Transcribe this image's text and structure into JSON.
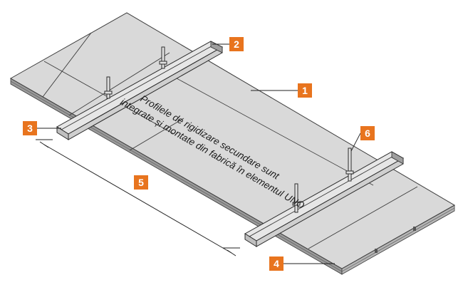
{
  "diagram": {
    "note_lines": [
      "Profilele de rigidizare secundare sunt",
      "integrate și montate din fabrică în elementul UNO"
    ],
    "callouts": [
      {
        "id": "1",
        "label": "1"
      },
      {
        "id": "2",
        "label": "2"
      },
      {
        "id": "3",
        "label": "3"
      },
      {
        "id": "4",
        "label": "4"
      },
      {
        "id": "5",
        "label": "5"
      },
      {
        "id": "6",
        "label": "6"
      }
    ],
    "colors": {
      "panel_top": "#d9d9d9",
      "panel_edge": "#8f8f8f",
      "outline": "#3a3a3a",
      "callout_fill": "#e8741e",
      "callout_text": "#ffffff"
    }
  }
}
